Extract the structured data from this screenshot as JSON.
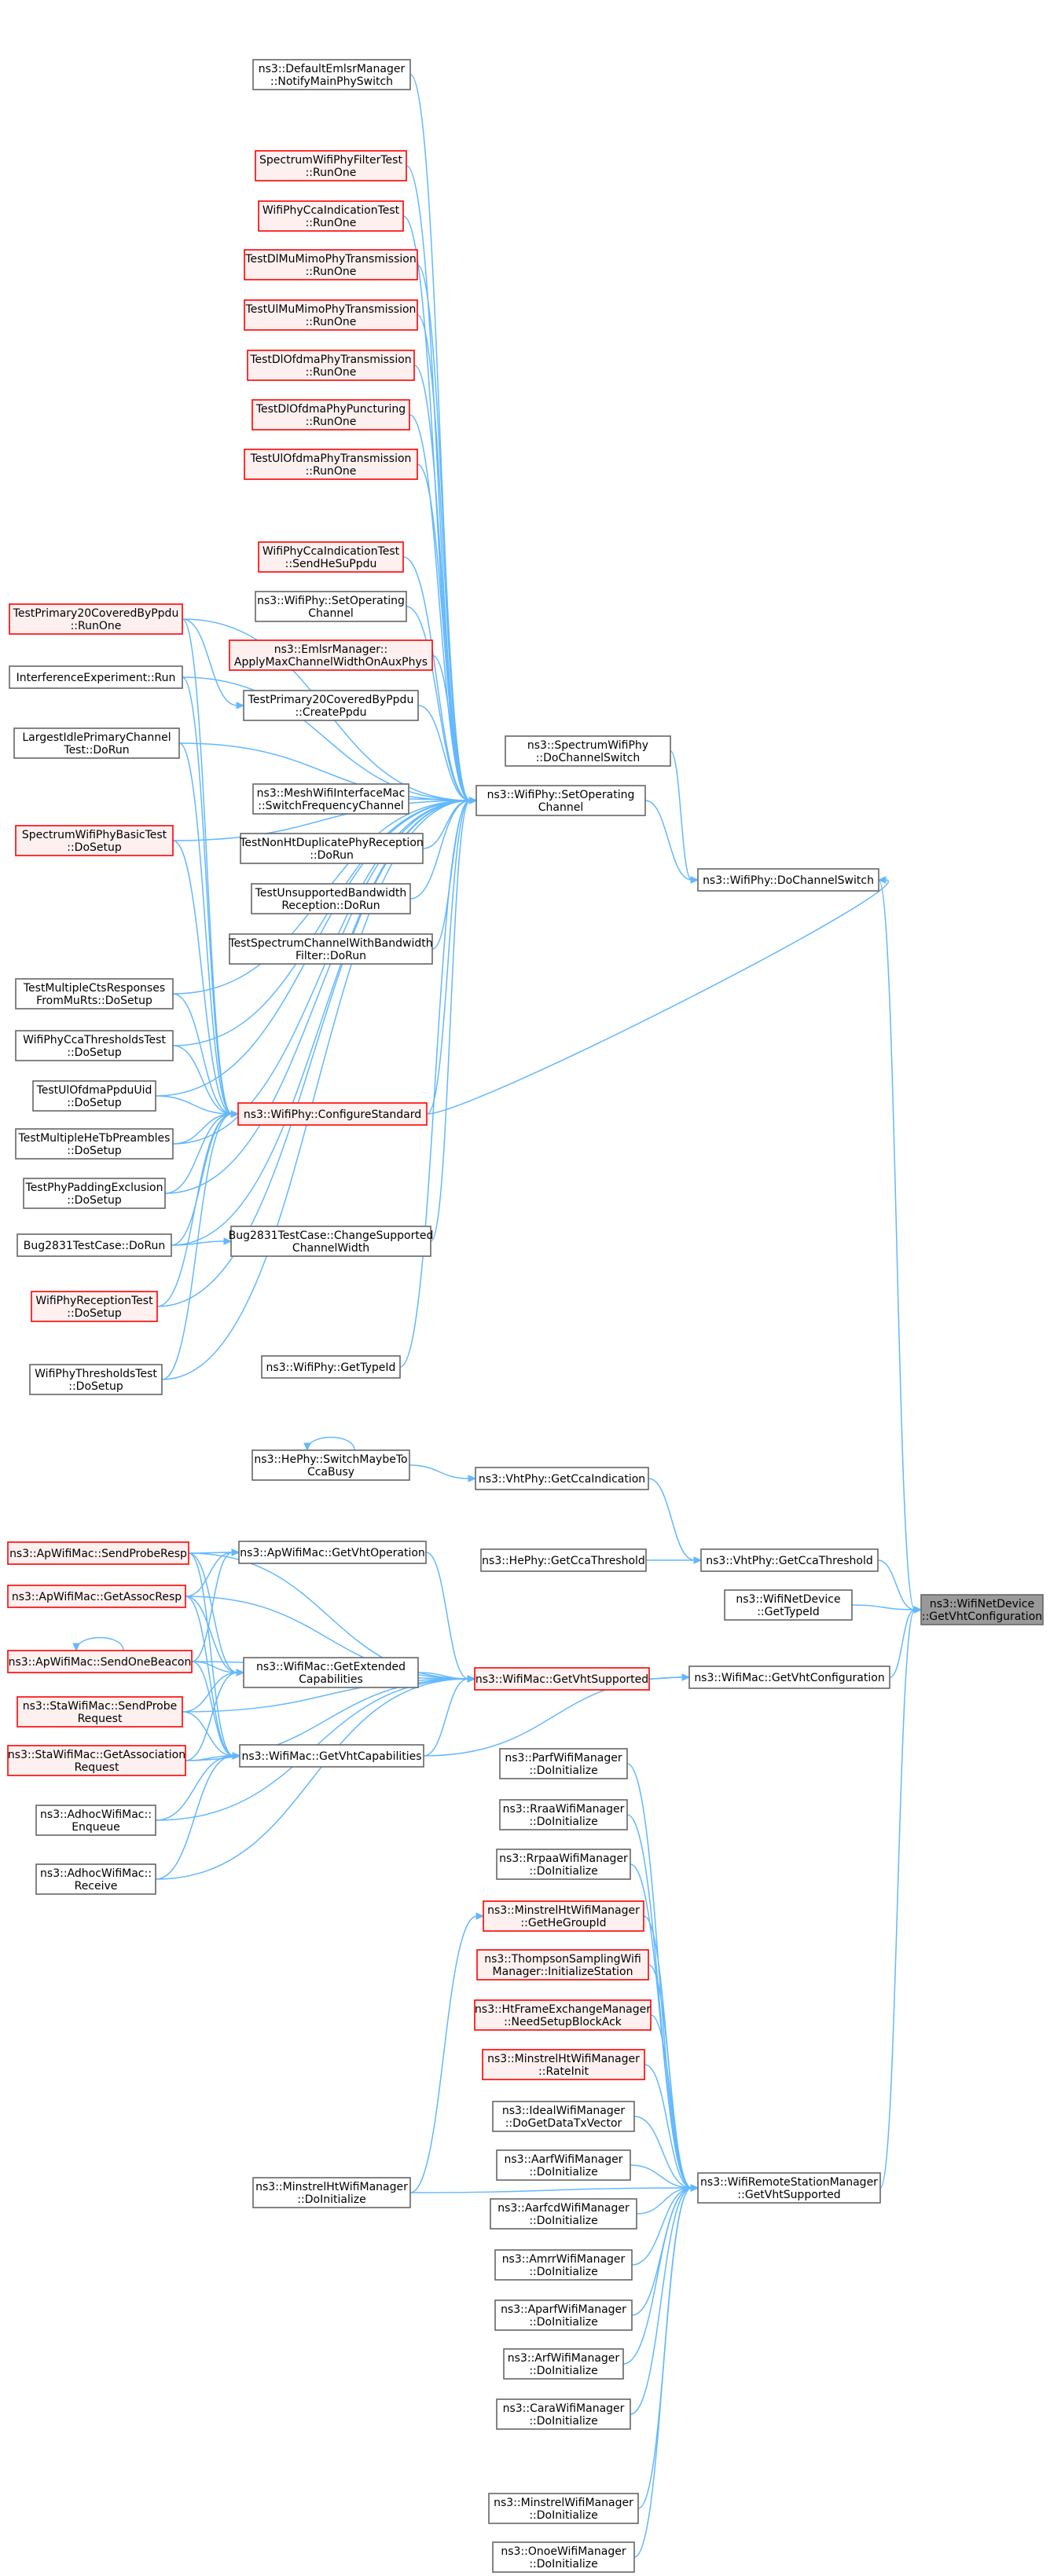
{
  "colors": {
    "edge": "#63b8ff",
    "node_border": "#666666",
    "node_fill": "#ffffff",
    "nondoc_border": "#ff0000",
    "nondoc_fill": "#fff0f0",
    "focus_fill": "#999999",
    "focus_border": "#666666"
  },
  "nodes": [
    {
      "id": "target",
      "label": [
        "ns3::WifiNetDevice",
        "::GetVhtConfiguration"
      ],
      "style": "focus"
    },
    {
      "id": "dcs",
      "label": [
        "ns3::WifiPhy::DoChannelSwitch"
      ],
      "style": "normal"
    },
    {
      "id": "vhtCca",
      "label": [
        "ns3::VhtPhy::GetCcaThreshold"
      ],
      "style": "normal"
    },
    {
      "id": "wndType",
      "label": [
        "ns3::WifiNetDevice",
        "::GetTypeId"
      ],
      "style": "normal"
    },
    {
      "id": "macVht",
      "label": [
        "ns3::WifiMac::GetVhtConfiguration"
      ],
      "style": "normal"
    },
    {
      "id": "rsmVht",
      "label": [
        "ns3::WifiRemoteStationManager",
        "::GetVhtSupported"
      ],
      "style": "normal"
    },
    {
      "id": "specDcs",
      "label": [
        "ns3::SpectrumWifiPhy",
        "::DoChannelSwitch"
      ],
      "style": "normal"
    },
    {
      "id": "setOpCh",
      "label": [
        "ns3::WifiPhy::SetOperating",
        "Channel"
      ],
      "style": "normal"
    },
    {
      "id": "vhtCcaInd",
      "label": [
        "ns3::VhtPhy::GetCcaIndication"
      ],
      "style": "normal"
    },
    {
      "id": "hePhyCca",
      "label": [
        "ns3::HePhy::GetCcaThreshold"
      ],
      "style": "normal"
    },
    {
      "id": "heSwitch",
      "label": [
        "ns3::HePhy::SwitchMaybeTo",
        "CcaBusy"
      ],
      "style": "normal"
    },
    {
      "id": "macGetVhtSup",
      "label": [
        "ns3::WifiMac::GetVhtSupported"
      ],
      "style": "nondoc"
    },
    {
      "id": "apOp",
      "label": [
        "ns3::ApWifiMac::GetVhtOperation"
      ],
      "style": "normal"
    },
    {
      "id": "extCap",
      "label": [
        "ns3::WifiMac::GetExtended",
        "Capabilities"
      ],
      "style": "normal"
    },
    {
      "id": "vhtCap",
      "label": [
        "ns3::WifiMac::GetVhtCapabilities"
      ],
      "style": "normal"
    },
    {
      "id": "apProbe",
      "label": [
        "ns3::ApWifiMac::SendProbeResp"
      ],
      "style": "nondoc"
    },
    {
      "id": "apAssoc",
      "label": [
        "ns3::ApWifiMac::GetAssocResp"
      ],
      "style": "nondoc"
    },
    {
      "id": "apBeacon",
      "label": [
        "ns3::ApWifiMac::SendOneBeacon"
      ],
      "style": "nondoc"
    },
    {
      "id": "staProbe",
      "label": [
        "ns3::StaWifiMac::SendProbe",
        "Request"
      ],
      "style": "nondoc"
    },
    {
      "id": "staAssoc",
      "label": [
        "ns3::StaWifiMac::GetAssociation",
        "Request"
      ],
      "style": "nondoc"
    },
    {
      "id": "adhocEnq",
      "label": [
        "ns3::AdhocWifiMac::",
        "Enqueue"
      ],
      "style": "normal"
    },
    {
      "id": "adhocRecv",
      "label": [
        "ns3::AdhocWifiMac::",
        "Receive"
      ],
      "style": "normal"
    },
    {
      "id": "notifyMain",
      "label": [
        "ns3::DefaultEmlsrManager",
        "::NotifyMainPhySwitch"
      ],
      "style": "normal"
    },
    {
      "id": "specFilt",
      "label": [
        "SpectrumWifiPhyFilterTest",
        "::RunOne"
      ],
      "style": "nondoc"
    },
    {
      "id": "ccaIndRun",
      "label": [
        "WifiPhyCcaIndicationTest",
        "::RunOne"
      ],
      "style": "nondoc"
    },
    {
      "id": "dlMu",
      "label": [
        "TestDlMuMimoPhyTransmission",
        "::RunOne"
      ],
      "style": "nondoc"
    },
    {
      "id": "ulMu",
      "label": [
        "TestUlMuMimoPhyTransmission",
        "::RunOne"
      ],
      "style": "nondoc"
    },
    {
      "id": "dlOfdma",
      "label": [
        "TestDlOfdmaPhyTransmission",
        "::RunOne"
      ],
      "style": "nondoc"
    },
    {
      "id": "dlPunc",
      "label": [
        "TestDlOfdmaPhyPuncturing",
        "::RunOne"
      ],
      "style": "nondoc"
    },
    {
      "id": "ulOfdma",
      "label": [
        "TestUlOfdmaPhyTransmission",
        "::RunOne"
      ],
      "style": "nondoc"
    },
    {
      "id": "ccaIndHe",
      "label": [
        "WifiPhyCcaIndicationTest",
        "::SendHeSuPpdu"
      ],
      "style": "nondoc"
    },
    {
      "id": "setOpCh2",
      "label": [
        "ns3::WifiPhy::SetOperating",
        "Channel"
      ],
      "style": "normal"
    },
    {
      "id": "emlsrApply",
      "label": [
        "ns3::EmlsrManager::",
        "ApplyMaxChannelWidthOnAuxPhys"
      ],
      "style": "nondoc"
    },
    {
      "id": "tp20Run",
      "label": [
        "TestPrimary20CoveredByPpdu",
        "::RunOne"
      ],
      "style": "nondoc"
    },
    {
      "id": "tp20Create",
      "label": [
        "TestPrimary20CoveredByPpdu",
        "::CreatePpdu"
      ],
      "style": "normal"
    },
    {
      "id": "interf",
      "label": [
        "InterferenceExperiment::Run"
      ],
      "style": "normal"
    },
    {
      "id": "largest",
      "label": [
        "LargestIdlePrimaryChannel",
        "Test::DoRun"
      ],
      "style": "normal"
    },
    {
      "id": "meshSwitch",
      "label": [
        "ns3::MeshWifiInterfaceMac",
        "::SwitchFrequencyChannel"
      ],
      "style": "normal"
    },
    {
      "id": "specBasic",
      "label": [
        "SpectrumWifiPhyBasicTest",
        "::DoSetup"
      ],
      "style": "nondoc"
    },
    {
      "id": "nonHt",
      "label": [
        "TestNonHtDuplicatePhyReception",
        "::DoRun"
      ],
      "style": "normal"
    },
    {
      "id": "unsupBw",
      "label": [
        "TestUnsupportedBandwidth",
        "Reception::DoRun"
      ],
      "style": "normal"
    },
    {
      "id": "specChBw",
      "label": [
        "TestSpectrumChannelWithBandwidth",
        "Filter::DoRun"
      ],
      "style": "normal"
    },
    {
      "id": "multiCts",
      "label": [
        "TestMultipleCtsResponses",
        "FromMuRts::DoSetup"
      ],
      "style": "normal"
    },
    {
      "id": "ccaThr",
      "label": [
        "WifiPhyCcaThresholdsTest",
        "::DoSetup"
      ],
      "style": "normal"
    },
    {
      "id": "ulOfdmaUid",
      "label": [
        "TestUlOfdmaPpduUid",
        "::DoSetup"
      ],
      "style": "normal"
    },
    {
      "id": "configStd",
      "label": [
        "ns3::WifiPhy::ConfigureStandard"
      ],
      "style": "nondoc"
    },
    {
      "id": "multiHeTb",
      "label": [
        "TestMultipleHeTbPreambles",
        "::DoSetup"
      ],
      "style": "normal"
    },
    {
      "id": "padExcl",
      "label": [
        "TestPhyPaddingExclusion",
        "::DoSetup"
      ],
      "style": "normal"
    },
    {
      "id": "bug2831",
      "label": [
        "Bug2831TestCase::DoRun"
      ],
      "style": "normal"
    },
    {
      "id": "bugChange",
      "label": [
        "Bug2831TestCase::ChangeSupported",
        "ChannelWidth"
      ],
      "style": "normal"
    },
    {
      "id": "phyRecv",
      "label": [
        "WifiPhyReceptionTest",
        "::DoSetup"
      ],
      "style": "nondoc"
    },
    {
      "id": "phyGetType",
      "label": [
        "ns3::WifiPhy::GetTypeId"
      ],
      "style": "normal"
    },
    {
      "id": "phyThr",
      "label": [
        "WifiPhyThresholdsTest",
        "::DoSetup"
      ],
      "style": "normal"
    },
    {
      "id": "parf",
      "label": [
        "ns3::ParfWifiManager",
        "::DoInitialize"
      ],
      "style": "normal"
    },
    {
      "id": "rraa",
      "label": [
        "ns3::RraaWifiManager",
        "::DoInitialize"
      ],
      "style": "normal"
    },
    {
      "id": "rrpaa",
      "label": [
        "ns3::RrpaaWifiManager",
        "::DoInitialize"
      ],
      "style": "normal"
    },
    {
      "id": "minHeGrp",
      "label": [
        "ns3::MinstrelHtWifiManager",
        "::GetHeGroupId"
      ],
      "style": "nondoc"
    },
    {
      "id": "thompson",
      "label": [
        "ns3::ThompsonSamplingWifi",
        "Manager::InitializeStation"
      ],
      "style": "nondoc"
    },
    {
      "id": "htFem",
      "label": [
        "ns3::HtFrameExchangeManager",
        "::NeedSetupBlockAck"
      ],
      "style": "nondoc"
    },
    {
      "id": "minRate",
      "label": [
        "ns3::MinstrelHtWifiManager",
        "::RateInit"
      ],
      "style": "nondoc"
    },
    {
      "id": "ideal",
      "label": [
        "ns3::IdealWifiManager",
        "::DoGetDataTxVector"
      ],
      "style": "normal"
    },
    {
      "id": "aarf",
      "label": [
        "ns3::AarfWifiManager",
        "::DoInitialize"
      ],
      "style": "normal"
    },
    {
      "id": "aarfcd",
      "label": [
        "ns3::AarfcdWifiManager",
        "::DoInitialize"
      ],
      "style": "normal"
    },
    {
      "id": "amrr",
      "label": [
        "ns3::AmrrWifiManager",
        "::DoInitialize"
      ],
      "style": "normal"
    },
    {
      "id": "aparf",
      "label": [
        "ns3::AparfWifiManager",
        "::DoInitialize"
      ],
      "style": "normal"
    },
    {
      "id": "arf",
      "label": [
        "ns3::ArfWifiManager",
        "::DoInitialize"
      ],
      "style": "normal"
    },
    {
      "id": "cara",
      "label": [
        "ns3::CaraWifiManager",
        "::DoInitialize"
      ],
      "style": "normal"
    },
    {
      "id": "minstrelHtInit",
      "label": [
        "ns3::MinstrelHtWifiManager",
        "::DoInitialize"
      ],
      "style": "normal"
    },
    {
      "id": "minstrel",
      "label": [
        "ns3::MinstrelWifiManager",
        "::DoInitialize"
      ],
      "style": "normal"
    },
    {
      "id": "onoe",
      "label": [
        "ns3::OnoeWifiManager",
        "::DoInitialize"
      ],
      "style": "normal"
    }
  ],
  "edges": [
    [
      "dcs",
      "target"
    ],
    [
      "vhtCca",
      "target"
    ],
    [
      "wndType",
      "target"
    ],
    [
      "macVht",
      "target"
    ],
    [
      "rsmVht",
      "target"
    ],
    [
      "specDcs",
      "dcs"
    ],
    [
      "setOpCh",
      "dcs"
    ],
    [
      "vhtCcaInd",
      "vhtCca"
    ],
    [
      "hePhyCca",
      "vhtCca"
    ],
    [
      "heSwitch",
      "vhtCcaInd"
    ],
    [
      "heSwitch",
      "heSwitch"
    ],
    [
      "macGetVhtSup",
      "macVht"
    ],
    [
      "vhtCap",
      "macVht"
    ],
    [
      "apOp",
      "macGetVhtSup"
    ],
    [
      "extCap",
      "macGetVhtSup"
    ],
    [
      "vhtCap",
      "macGetVhtSup"
    ],
    [
      "apProbe",
      "macGetVhtSup"
    ],
    [
      "apAssoc",
      "macGetVhtSup"
    ],
    [
      "apBeacon",
      "macGetVhtSup"
    ],
    [
      "staProbe",
      "macGetVhtSup"
    ],
    [
      "staAssoc",
      "macGetVhtSup"
    ],
    [
      "adhocEnq",
      "macGetVhtSup"
    ],
    [
      "adhocRecv",
      "macGetVhtSup"
    ],
    [
      "apProbe",
      "apOp"
    ],
    [
      "apAssoc",
      "apOp"
    ],
    [
      "apBeacon",
      "apOp"
    ],
    [
      "apProbe",
      "extCap"
    ],
    [
      "apAssoc",
      "extCap"
    ],
    [
      "apBeacon",
      "extCap"
    ],
    [
      "staProbe",
      "extCap"
    ],
    [
      "staAssoc",
      "extCap"
    ],
    [
      "apProbe",
      "vhtCap"
    ],
    [
      "apAssoc",
      "vhtCap"
    ],
    [
      "apBeacon",
      "vhtCap"
    ],
    [
      "staProbe",
      "vhtCap"
    ],
    [
      "staAssoc",
      "vhtCap"
    ],
    [
      "adhocEnq",
      "vhtCap"
    ],
    [
      "adhocRecv",
      "vhtCap"
    ],
    [
      "apBeacon",
      "apBeacon"
    ],
    [
      "notifyMain",
      "setOpCh"
    ],
    [
      "specFilt",
      "setOpCh"
    ],
    [
      "ccaIndRun",
      "setOpCh"
    ],
    [
      "dlMu",
      "setOpCh"
    ],
    [
      "ulMu",
      "setOpCh"
    ],
    [
      "dlOfdma",
      "setOpCh"
    ],
    [
      "dlPunc",
      "setOpCh"
    ],
    [
      "ulOfdma",
      "setOpCh"
    ],
    [
      "ccaIndHe",
      "setOpCh"
    ],
    [
      "setOpCh2",
      "setOpCh"
    ],
    [
      "emlsrApply",
      "setOpCh"
    ],
    [
      "tp20Run",
      "setOpCh"
    ],
    [
      "tp20Create",
      "setOpCh"
    ],
    [
      "interf",
      "setOpCh"
    ],
    [
      "largest",
      "setOpCh"
    ],
    [
      "meshSwitch",
      "setOpCh"
    ],
    [
      "specBasic",
      "setOpCh"
    ],
    [
      "nonHt",
      "setOpCh"
    ],
    [
      "unsupBw",
      "setOpCh"
    ],
    [
      "specChBw",
      "setOpCh"
    ],
    [
      "multiCts",
      "setOpCh"
    ],
    [
      "ccaThr",
      "setOpCh"
    ],
    [
      "ulOfdmaUid",
      "setOpCh"
    ],
    [
      "configStd",
      "setOpCh"
    ],
    [
      "multiHeTb",
      "setOpCh"
    ],
    [
      "padExcl",
      "setOpCh"
    ],
    [
      "bug2831",
      "setOpCh"
    ],
    [
      "bugChange",
      "setOpCh"
    ],
    [
      "phyRecv",
      "setOpCh"
    ],
    [
      "phyGetType",
      "setOpCh"
    ],
    [
      "phyThr",
      "setOpCh"
    ],
    [
      "dcs",
      "configStd"
    ],
    [
      "tp20Run",
      "tp20Create"
    ],
    [
      "tp20Run",
      "configStd"
    ],
    [
      "interf",
      "configStd"
    ],
    [
      "largest",
      "configStd"
    ],
    [
      "specBasic",
      "configStd"
    ],
    [
      "multiCts",
      "configStd"
    ],
    [
      "ccaThr",
      "configStd"
    ],
    [
      "ulOfdmaUid",
      "configStd"
    ],
    [
      "multiHeTb",
      "configStd"
    ],
    [
      "padExcl",
      "configStd"
    ],
    [
      "bug2831",
      "configStd"
    ],
    [
      "phyRecv",
      "configStd"
    ],
    [
      "phyThr",
      "configStd"
    ],
    [
      "bug2831",
      "bugChange"
    ],
    [
      "parf",
      "rsmVht"
    ],
    [
      "rraa",
      "rsmVht"
    ],
    [
      "rrpaa",
      "rsmVht"
    ],
    [
      "minHeGrp",
      "rsmVht"
    ],
    [
      "thompson",
      "rsmVht"
    ],
    [
      "htFem",
      "rsmVht"
    ],
    [
      "minRate",
      "rsmVht"
    ],
    [
      "ideal",
      "rsmVht"
    ],
    [
      "aarf",
      "rsmVht"
    ],
    [
      "aarfcd",
      "rsmVht"
    ],
    [
      "amrr",
      "rsmVht"
    ],
    [
      "aparf",
      "rsmVht"
    ],
    [
      "arf",
      "rsmVht"
    ],
    [
      "cara",
      "rsmVht"
    ],
    [
      "minstrelHtInit",
      "rsmVht"
    ],
    [
      "minstrel",
      "rsmVht"
    ],
    [
      "onoe",
      "rsmVht"
    ],
    [
      "minstrelHtInit",
      "minHeGrp"
    ]
  ]
}
